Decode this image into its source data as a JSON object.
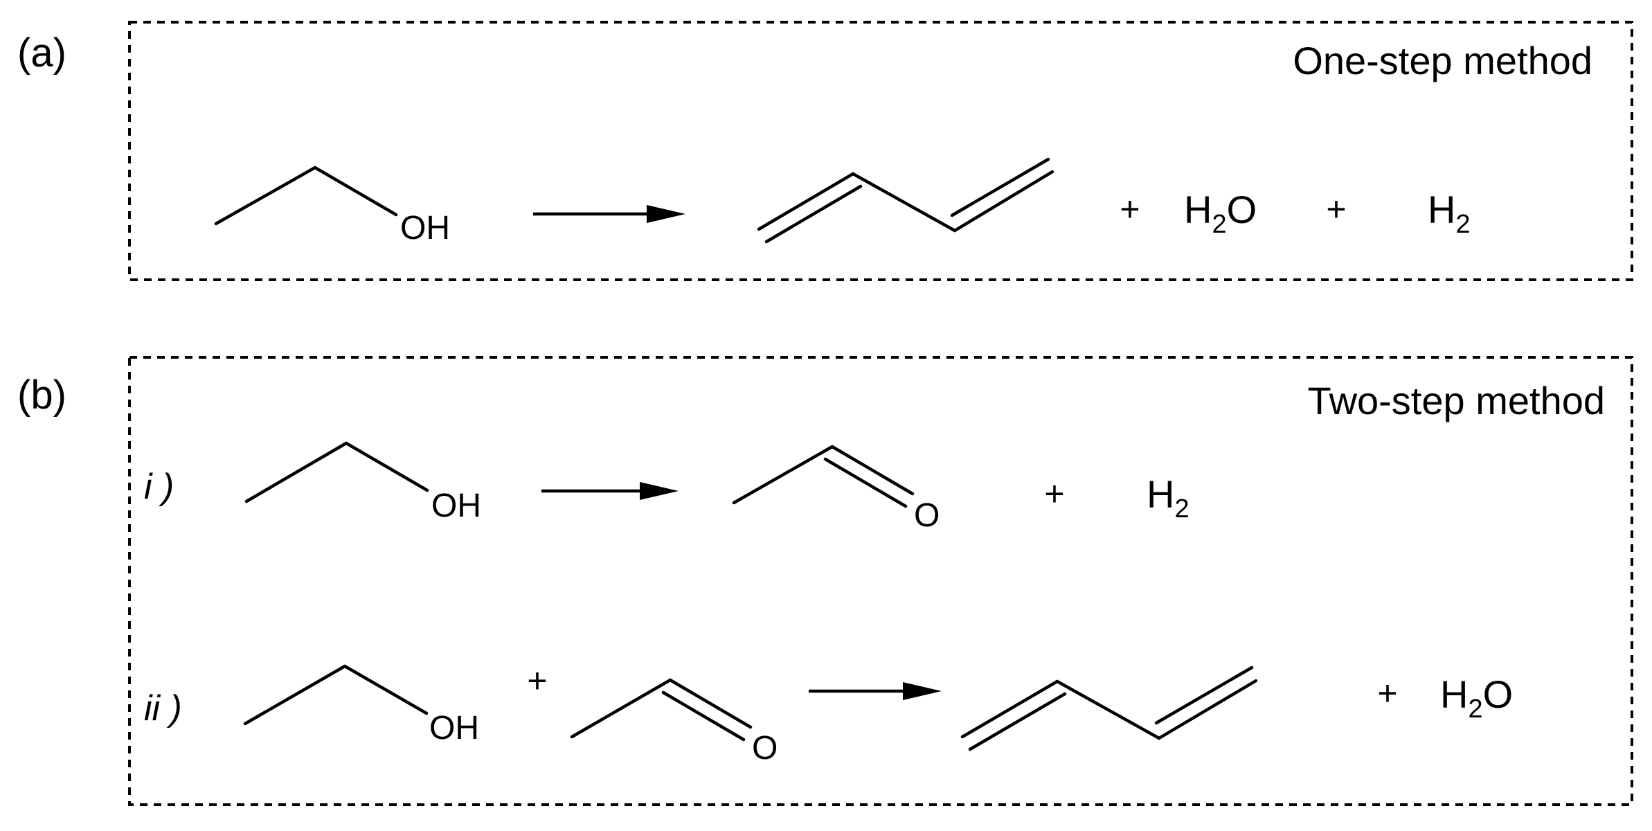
{
  "panels": {
    "a": {
      "letter": "(a)",
      "method": "One-step method",
      "reactant_atom": "OH",
      "plus_1": "+",
      "water": {
        "element_1": "H",
        "subscript": "2",
        "element_2": "O"
      },
      "plus_2": "+",
      "hydrogen": {
        "element": "H",
        "subscript": "2"
      }
    },
    "b": {
      "letter": "(b)",
      "method": "Two-step method",
      "step_1": {
        "label": "i )",
        "reactant_atom": "OH",
        "product_atom": "O",
        "plus": "+",
        "hydrogen": {
          "element": "H",
          "subscript": "2"
        }
      },
      "step_2": {
        "label": "ii )",
        "reactant_atom": "OH",
        "plus_reactants": "+",
        "aldehyde_atom": "O",
        "plus_products": "+",
        "water": {
          "element_1": "H",
          "subscript": "2",
          "element_2": "O"
        }
      }
    }
  },
  "colors": {
    "ink": "#000000",
    "background": "#ffffff"
  }
}
